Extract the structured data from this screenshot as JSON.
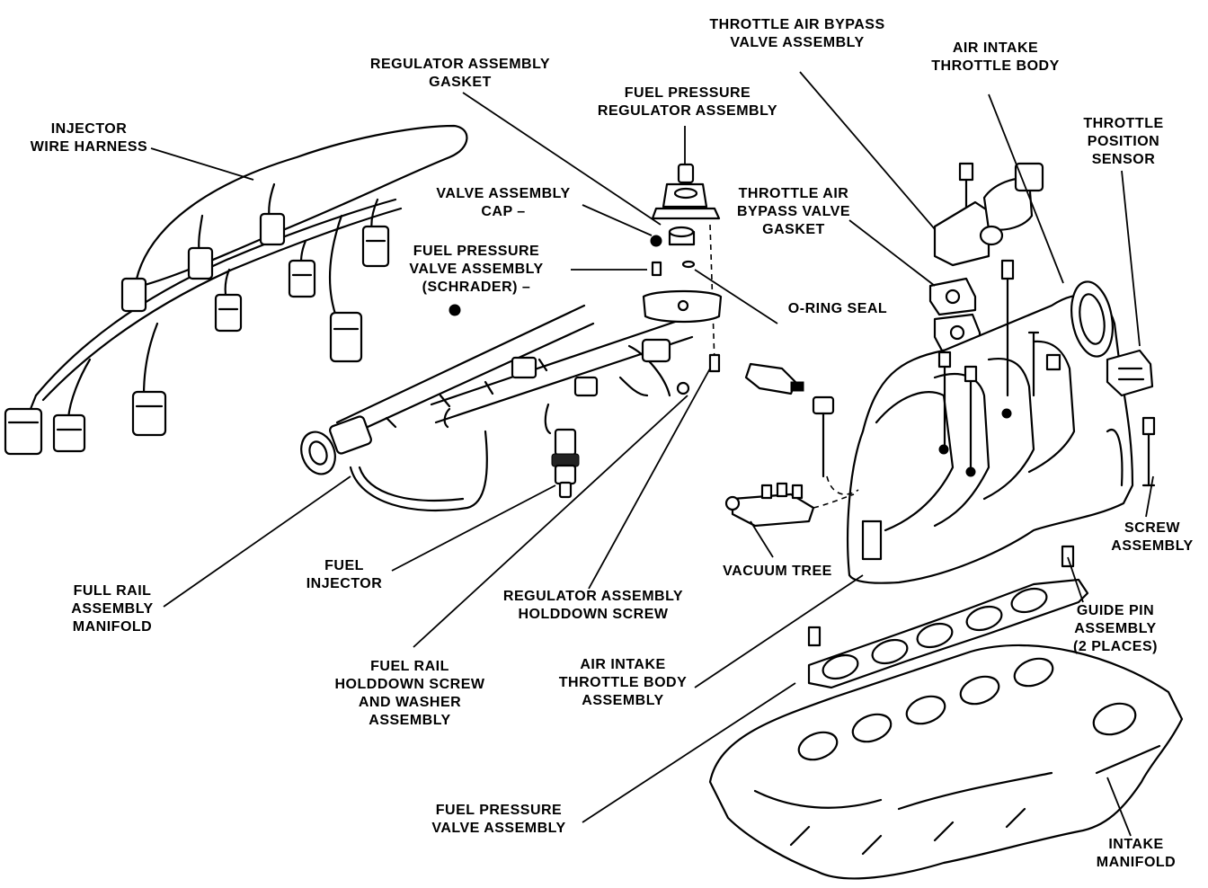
{
  "labels": {
    "injector_wire_harness": [
      "INJECTOR",
      "WIRE HARNESS"
    ],
    "regulator_assembly_gasket": [
      "REGULATOR ASSEMBLY",
      "GASKET"
    ],
    "fuel_pressure_regulator_assembly": [
      "FUEL PRESSURE",
      "REGULATOR ASSEMBLY"
    ],
    "throttle_air_bypass_valve_assembly": [
      "THROTTLE AIR BYPASS",
      "VALVE ASSEMBLY"
    ],
    "air_intake_throttle_body": [
      "AIR INTAKE",
      "THROTTLE BODY"
    ],
    "throttle_position_sensor": [
      "THROTTLE",
      "POSITION",
      "SENSOR"
    ],
    "valve_assembly_cap": [
      "VALVE ASSEMBLY",
      "CAP –"
    ],
    "throttle_air_bypass_valve_gasket": [
      "THROTTLE AIR",
      "BYPASS VALVE",
      "GASKET"
    ],
    "fuel_pressure_valve_assembly_schrader": [
      "FUEL PRESSURE",
      "VALVE ASSEMBLY",
      "(SCHRADER) –"
    ],
    "o_ring_seal": [
      "O-RING SEAL"
    ],
    "screw_assembly": [
      "SCREW",
      "ASSEMBLY"
    ],
    "vacuum_tree": [
      "VACUUM TREE"
    ],
    "fuel_injector": [
      "FUEL",
      "INJECTOR"
    ],
    "full_rail_assembly_manifold": [
      "FULL RAIL",
      "ASSEMBLY",
      "MANIFOLD"
    ],
    "regulator_assembly_holddown_screw": [
      "REGULATOR ASSEMBLY",
      "HOLDDOWN SCREW"
    ],
    "guide_pin_assembly": [
      "GUIDE PIN",
      "ASSEMBLY",
      "(2 PLACES)"
    ],
    "fuel_rail_holddown_screw": [
      "FUEL RAIL",
      "HOLDDOWN SCREW",
      "AND WASHER",
      "ASSEMBLY"
    ],
    "air_intake_throttle_body_assembly": [
      "AIR INTAKE",
      "THROTTLE BODY",
      "ASSEMBLY"
    ],
    "fuel_pressure_valve_assembly": [
      "FUEL PRESSURE",
      "VALVE ASSEMBLY"
    ],
    "intake_manifold": [
      "INTAKE",
      "MANIFOLD"
    ]
  }
}
